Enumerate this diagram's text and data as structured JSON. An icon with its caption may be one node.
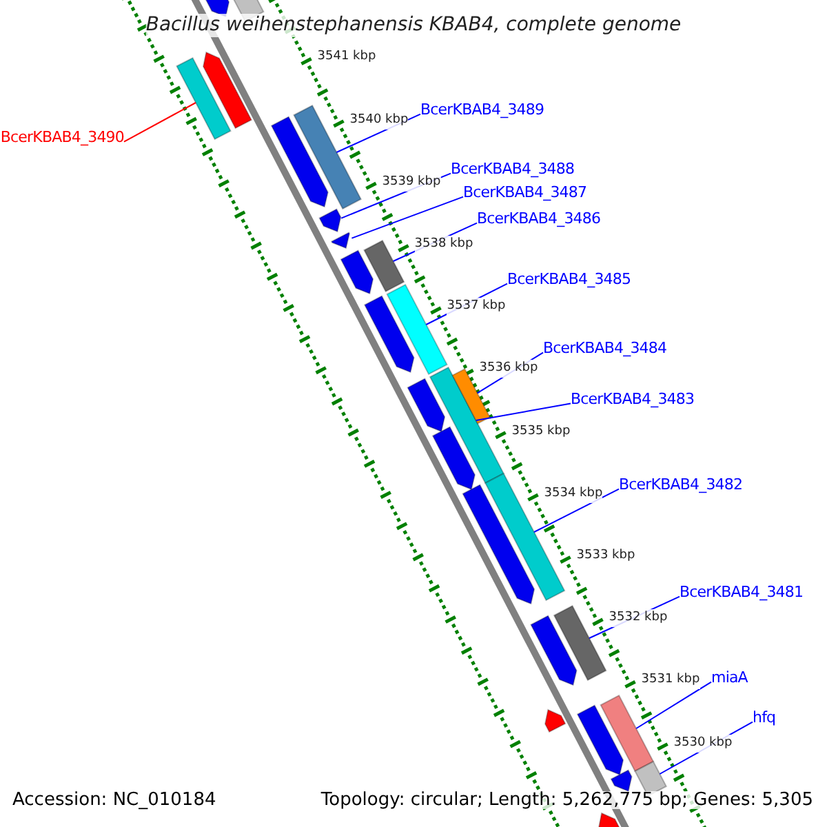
{
  "diagram": {
    "title": "Bacillus weihenstephanensis KBAB4, complete genome",
    "nodes": [
      {
        "text": [
          "BcerKBAB4_3490"
        ]
      },
      {
        "text": [],
        "shape": "bar"
      },
      {
        "text": [
          "BcerKBAB4_3489"
        ]
      },
      {
        "text": [],
        "shape": "bar"
      },
      {
        "text": [
          "BcerKBAB4_3488"
        ]
      },
      {
        "text": [],
        "shape": "pentagon"
      },
      {
        "text": [
          "BcerKBAB4_3487"
        ]
      },
      {
        "text": [],
        "shape": "pentagon"
      },
      {
        "text": [
          "BcerKBAB4_3486"
        ]
      },
      {
        "text": [],
        "shape": "bar"
      },
      {
        "text": [
          "BcerKBAB4_3485"
        ]
      },
      {
        "text": [],
        "shape": "bar"
      },
      {
        "text": [
          "BcerKBAB4_3484"
        ]
      },
      {
        "text": [],
        "shape": "bar"
      },
      {
        "text": [
          "BcerKBAB4_3483"
        ]
      },
      {
        "text": [],
        "shape": "bar"
      },
      {
        "text": [
          "BcerKBAB4_3482"
        ]
      },
      {
        "text": [],
        "shape": "bar"
      },
      {
        "text": [
          "BcerKBAB4_3481"
        ]
      },
      {
        "text": [],
        "shape": "bar"
      },
      {
        "text": [
          "miaA"
        ]
      },
      {
        "text": [],
        "shape": "bar"
      },
      {
        "text": [
          "hfq"
        ]
      },
      {
        "text": [],
        "shape": "bar"
      },
      {
        "text": [],
        "shape": "pentagon"
      },
      {
        "text": [],
        "shape": "bar"
      },
      {
        "text": [],
        "shape": "pentagon"
      },
      {
        "text": [],
        "shape": "pentagon"
      },
      {
        "text": [],
        "shape": "pentagon"
      },
      {
        "text": [],
        "shape": "pentagon"
      },
      {
        "text": [],
        "shape": "pentagon"
      },
      {
        "text": [],
        "shape": "pentagon"
      },
      {
        "text": [],
        "shape": "pentagon"
      },
      {
        "text": [],
        "shape": "pentagon"
      },
      {
        "text": [],
        "shape": "pentagon"
      },
      {
        "text": [],
        "shape": "pentagon"
      },
      {
        "text": [],
        "shape": "pentagon"
      },
      {
        "text": [],
        "shape": "pentagon"
      }
    ],
    "edges": [
      {
        "from": 0,
        "to": 1,
        "arrow": "none",
        "color": "#ff0000"
      },
      {
        "from": 2,
        "to": 3,
        "arrow": "none"
      },
      {
        "from": 4,
        "to": 5,
        "arrow": "none"
      },
      {
        "from": 6,
        "to": 7,
        "arrow": "none"
      },
      {
        "from": 8,
        "to": 9,
        "arrow": "none"
      },
      {
        "from": 10,
        "to": 11,
        "arrow": "none"
      },
      {
        "from": 12,
        "to": 13,
        "arrow": "none"
      },
      {
        "from": 14,
        "to": 15,
        "arrow": "none"
      },
      {
        "from": 16,
        "to": 17,
        "arrow": "none"
      },
      {
        "from": 18,
        "to": 19,
        "arrow": "none"
      },
      {
        "from": 20,
        "to": 21,
        "arrow": "none"
      },
      {
        "from": 22,
        "to": 23,
        "arrow": "none"
      }
    ],
    "labels": [
      "3541 kbp",
      "3540 kbp",
      "3539 kbp",
      "3538 kbp",
      "3537 kbp",
      "3536 kbp",
      "3535 kbp",
      "3534 kbp",
      "3533 kbp",
      "3532 kbp",
      "3531 kbp",
      "3530 kbp",
      "Accession: NC_010184",
      "Topology: circular; Length: 5,262,775 bp; Genes: 5,305"
    ]
  }
}
